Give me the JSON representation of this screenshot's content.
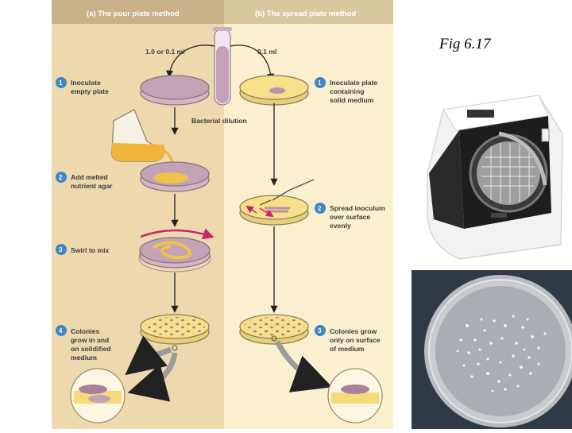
{
  "caption": "Fig 6.17",
  "pour": {
    "header": "(a) The pour plate method",
    "volume": "1.0 or 0.1 ml",
    "steps": [
      {
        "num": "1",
        "lines": [
          "Inoculate",
          "empty plate"
        ]
      },
      {
        "num": "2",
        "lines": [
          "Add melted",
          "nutrient agar"
        ]
      },
      {
        "num": "3",
        "lines": [
          "Swirl to mix"
        ]
      },
      {
        "num": "4",
        "lines": [
          "Colonies",
          "grow in and",
          "on solidified",
          "medium"
        ]
      }
    ]
  },
  "spread": {
    "header": "(b) The spread plate method",
    "volume": "0.1 ml",
    "steps": [
      {
        "num": "1",
        "lines": [
          "Inoculate plate",
          "containing",
          "solid medium"
        ]
      },
      {
        "num": "2",
        "lines": [
          "Spread inoculum",
          "over surface",
          "evenly"
        ]
      },
      {
        "num": "3",
        "lines": [
          "Colonies grow",
          "only on surface",
          "of medium"
        ]
      }
    ]
  },
  "center_label": "Bacterial dilution",
  "colors": {
    "left_panel": "#eed9ae",
    "right_panel": "#faf0cf",
    "header": "#c9b28a",
    "step_circle": "#3f86c4",
    "agar": "#f7e089",
    "liquid_purple": "#b695a8",
    "swirl_arrow": "#c6246f"
  }
}
